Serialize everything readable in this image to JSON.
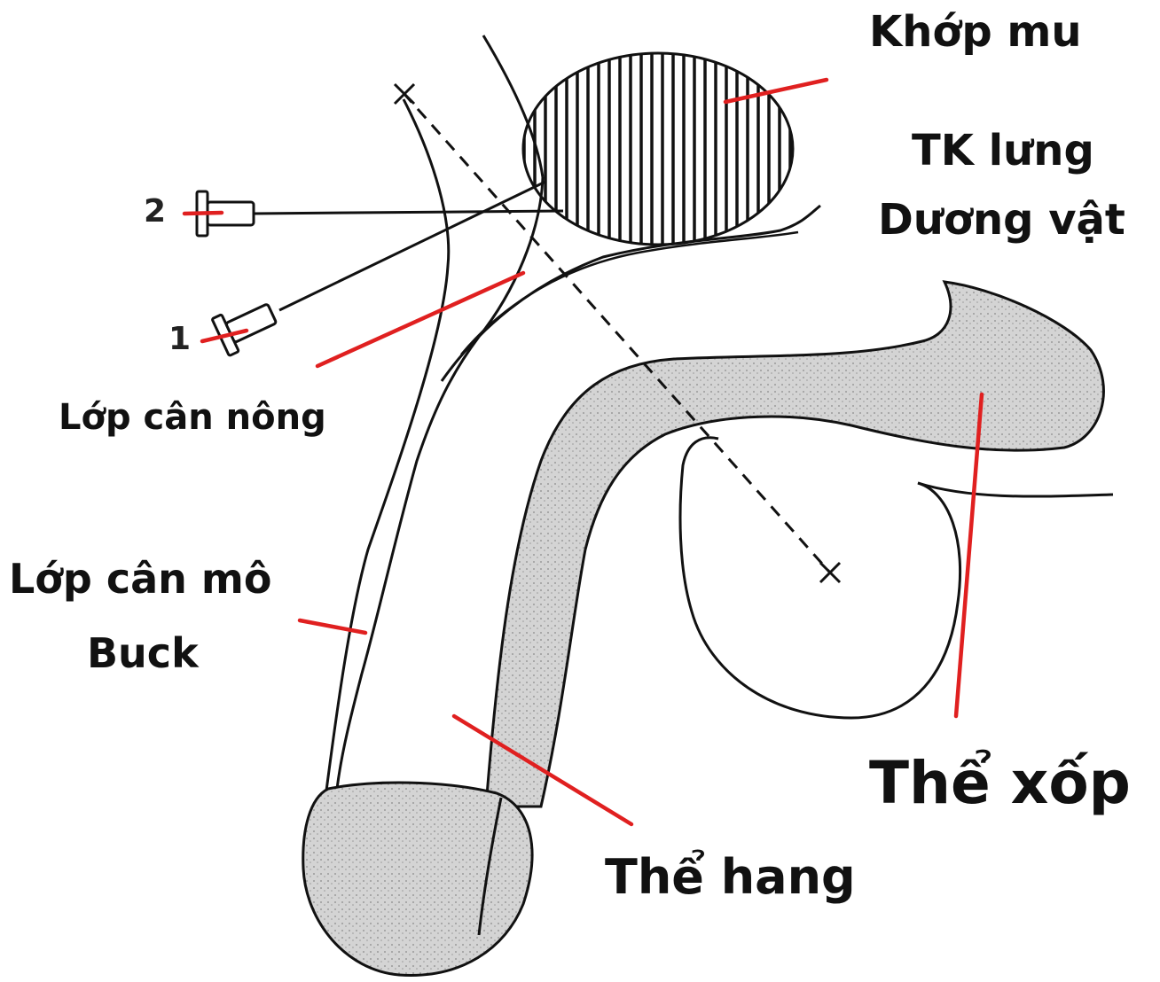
{
  "labels": {
    "pubic_symphysis": "Khớp mu",
    "dorsal_nerve_line1": "TK lưng",
    "dorsal_nerve_line2": "Dương vật",
    "superficial_fascia": "Lớp cân nông",
    "buck_fascia_line1": "Lớp cân mô",
    "buck_fascia_line2": "Buck",
    "corpus_spongiosum": "Thể xốp",
    "corpus_cavernosum": "Thể hang"
  },
  "needles": {
    "needle_1": "1",
    "needle_2": "2"
  },
  "colors": {
    "leader_line": "#e02020",
    "outline": "#111111",
    "tissue_fill": "#d2d2d2"
  }
}
